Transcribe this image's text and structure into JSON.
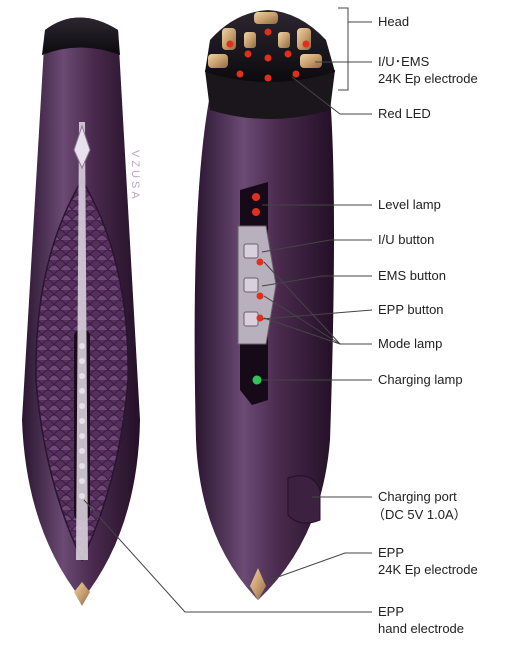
{
  "brand": "VZUSA",
  "colors": {
    "body": "#4a2a4e",
    "body_light": "#7a5a80",
    "body_dark": "#2a1530",
    "head": "#141014",
    "gold": "#c9a070",
    "led_red": "#e0301c",
    "charging_green": "#2ec45a",
    "line": "#444444"
  },
  "labels": {
    "head": "Head",
    "iu_ems_line1": "I/U･EMS",
    "iu_ems_line2": "24K Ep electrode",
    "red_led": "Red LED",
    "level_lamp": "Level lamp",
    "iu_button": "I/U button",
    "ems_button": "EMS button",
    "epp_button": "EPP button",
    "mode_lamp": "Mode lamp",
    "charging_lamp": "Charging lamp",
    "charging_port_line1": "Charging port",
    "charging_port_line2": "（DC 5V 1.0A）",
    "epp_line1": "EPP",
    "epp_line2": "24K Ep electrode",
    "epp_hand_line1": "EPP",
    "epp_hand_line2": "hand electrode"
  }
}
